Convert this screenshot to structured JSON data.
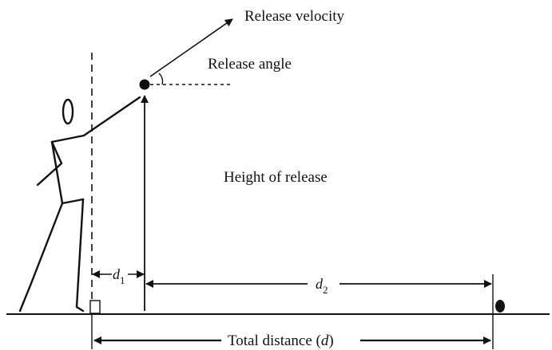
{
  "labels": {
    "release_velocity": "Release velocity",
    "release_angle": "Release angle",
    "height_of_release": "Height of release",
    "d1": "d",
    "d1_sub": "1",
    "d2": "d",
    "d2_sub": "2",
    "total_distance_text": "Total distance (",
    "total_distance_symbol": "d",
    "total_distance_close": ")"
  },
  "colors": {
    "ink": "#111111",
    "background": "#ffffff"
  }
}
